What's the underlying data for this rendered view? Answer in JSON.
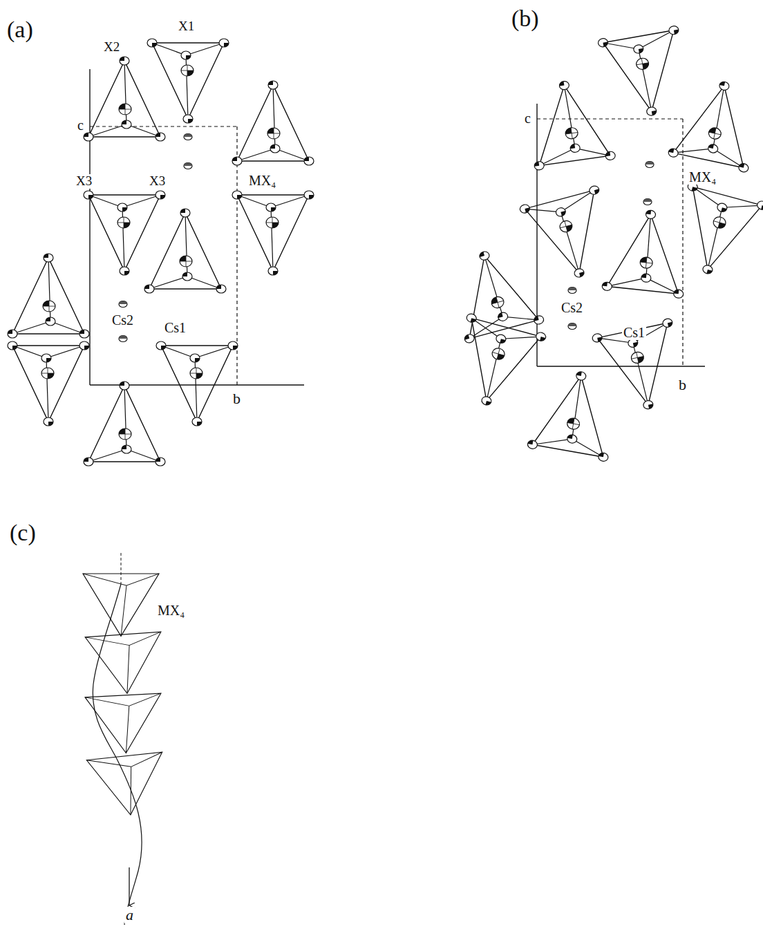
{
  "diagram": {
    "labels": [
      "(a)",
      "(b)",
      "X2",
      "X1",
      "c",
      "X3",
      "X3",
      "MX₄",
      "Cs2",
      "Cs1",
      "b",
      "c",
      "MX₄",
      "Cs2",
      "Cs1",
      "b",
      "(c)",
      "MX₄",
      "a"
    ]
  }
}
